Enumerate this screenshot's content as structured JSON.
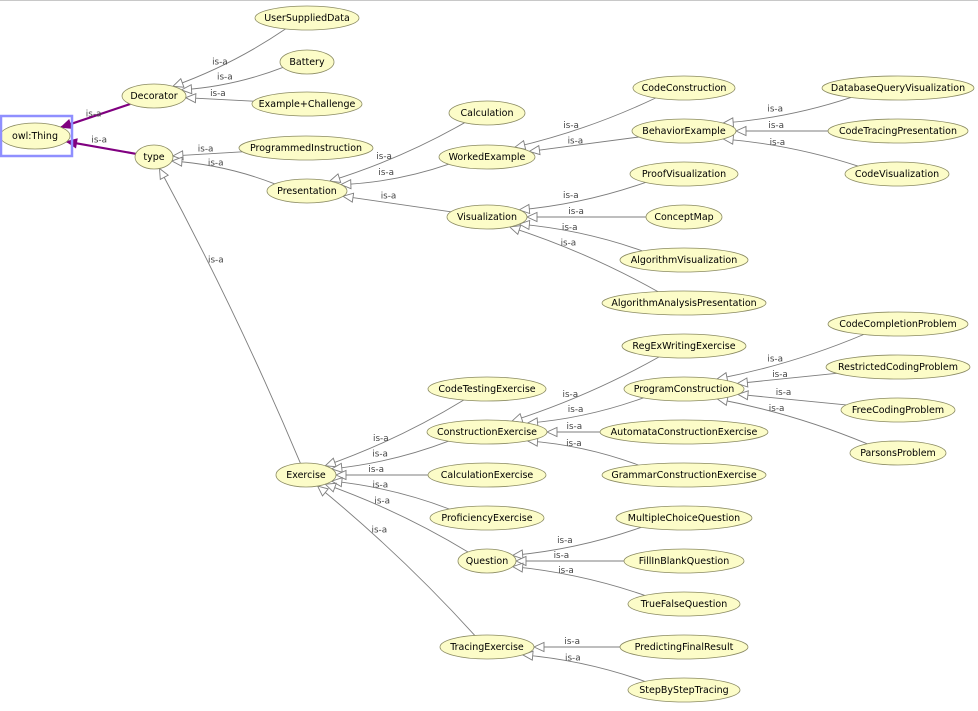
{
  "edge_label": "is-a",
  "root": "owl:Thing",
  "nodes": [
    {
      "id": "owl_thing",
      "label": "owl:Thing"
    },
    {
      "id": "decorator",
      "label": "Decorator"
    },
    {
      "id": "type",
      "label": "type"
    },
    {
      "id": "usersupplieddata",
      "label": "UserSuppliedData"
    },
    {
      "id": "battery",
      "label": "Battery"
    },
    {
      "id": "example_challenge",
      "label": "Example+Challenge"
    },
    {
      "id": "programmedinstruction",
      "label": "ProgrammedInstruction"
    },
    {
      "id": "presentation",
      "label": "Presentation"
    },
    {
      "id": "exercise",
      "label": "Exercise"
    },
    {
      "id": "calculation",
      "label": "Calculation"
    },
    {
      "id": "workedexample",
      "label": "WorkedExample"
    },
    {
      "id": "visualization",
      "label": "Visualization"
    },
    {
      "id": "codeconstruction",
      "label": "CodeConstruction"
    },
    {
      "id": "behaviorexample",
      "label": "BehaviorExample"
    },
    {
      "id": "databasequeryvisualization",
      "label": "DatabaseQueryVisualization"
    },
    {
      "id": "codetracingpresentation",
      "label": "CodeTracingPresentation"
    },
    {
      "id": "codevisualization",
      "label": "CodeVisualization"
    },
    {
      "id": "proofvisualization",
      "label": "ProofVisualization"
    },
    {
      "id": "conceptmap",
      "label": "ConceptMap"
    },
    {
      "id": "algorithmvisualization",
      "label": "AlgorithmVisualization"
    },
    {
      "id": "algorithmanalysispresentation",
      "label": "AlgorithmAnalysisPresentation"
    },
    {
      "id": "codetestingexercise",
      "label": "CodeTestingExercise"
    },
    {
      "id": "constructionexercise",
      "label": "ConstructionExercise"
    },
    {
      "id": "calculationexercise",
      "label": "CalculationExercise"
    },
    {
      "id": "proficiencyexercise",
      "label": "ProficiencyExercise"
    },
    {
      "id": "question",
      "label": "Question"
    },
    {
      "id": "tracingexercise",
      "label": "TracingExercise"
    },
    {
      "id": "regexwritingexercise",
      "label": "RegExWritingExercise"
    },
    {
      "id": "programconstruction",
      "label": "ProgramConstruction"
    },
    {
      "id": "automataconstructionexercise",
      "label": "AutomataConstructionExercise"
    },
    {
      "id": "grammarconstructionexercise",
      "label": "GrammarConstructionExercise"
    },
    {
      "id": "codecompletionproblem",
      "label": "CodeCompletionProblem"
    },
    {
      "id": "restrictedcodingproblem",
      "label": "RestrictedCodingProblem"
    },
    {
      "id": "freecodingproblem",
      "label": "FreeCodingProblem"
    },
    {
      "id": "parsonsproblem",
      "label": "ParsonsProblem"
    },
    {
      "id": "multiplechoicequestion",
      "label": "MultipleChoiceQuestion"
    },
    {
      "id": "fillinblankquestion",
      "label": "FillInBlankQuestion"
    },
    {
      "id": "truefalsequestion",
      "label": "TrueFalseQuestion"
    },
    {
      "id": "predictingfinalresult",
      "label": "PredictingFinalResult"
    },
    {
      "id": "stepbysteptracing",
      "label": "StepByStepTracing"
    }
  ],
  "edges": [
    {
      "child": "decorator",
      "parent": "owl_thing",
      "highlight": true
    },
    {
      "child": "type",
      "parent": "owl_thing",
      "highlight": true
    },
    {
      "child": "usersupplieddata",
      "parent": "decorator"
    },
    {
      "child": "battery",
      "parent": "decorator"
    },
    {
      "child": "example_challenge",
      "parent": "decorator"
    },
    {
      "child": "programmedinstruction",
      "parent": "type"
    },
    {
      "child": "presentation",
      "parent": "type"
    },
    {
      "child": "exercise",
      "parent": "type"
    },
    {
      "child": "calculation",
      "parent": "presentation"
    },
    {
      "child": "workedexample",
      "parent": "presentation"
    },
    {
      "child": "visualization",
      "parent": "presentation"
    },
    {
      "child": "codeconstruction",
      "parent": "workedexample"
    },
    {
      "child": "behaviorexample",
      "parent": "workedexample"
    },
    {
      "child": "databasequeryvisualization",
      "parent": "behaviorexample"
    },
    {
      "child": "codetracingpresentation",
      "parent": "behaviorexample"
    },
    {
      "child": "codevisualization",
      "parent": "behaviorexample"
    },
    {
      "child": "proofvisualization",
      "parent": "visualization"
    },
    {
      "child": "conceptmap",
      "parent": "visualization"
    },
    {
      "child": "algorithmvisualization",
      "parent": "visualization"
    },
    {
      "child": "algorithmanalysispresentation",
      "parent": "visualization"
    },
    {
      "child": "codetestingexercise",
      "parent": "exercise"
    },
    {
      "child": "constructionexercise",
      "parent": "exercise"
    },
    {
      "child": "calculationexercise",
      "parent": "exercise"
    },
    {
      "child": "proficiencyexercise",
      "parent": "exercise"
    },
    {
      "child": "question",
      "parent": "exercise"
    },
    {
      "child": "tracingexercise",
      "parent": "exercise"
    },
    {
      "child": "regexwritingexercise",
      "parent": "constructionexercise"
    },
    {
      "child": "programconstruction",
      "parent": "constructionexercise"
    },
    {
      "child": "automataconstructionexercise",
      "parent": "constructionexercise"
    },
    {
      "child": "grammarconstructionexercise",
      "parent": "constructionexercise"
    },
    {
      "child": "codecompletionproblem",
      "parent": "programconstruction"
    },
    {
      "child": "restrictedcodingproblem",
      "parent": "programconstruction"
    },
    {
      "child": "freecodingproblem",
      "parent": "programconstruction"
    },
    {
      "child": "parsonsproblem",
      "parent": "programconstruction"
    },
    {
      "child": "multiplechoicequestion",
      "parent": "question"
    },
    {
      "child": "fillinblankquestion",
      "parent": "question"
    },
    {
      "child": "truefalsequestion",
      "parent": "question"
    },
    {
      "child": "predictingfinalresult",
      "parent": "tracingexercise"
    },
    {
      "child": "stepbysteptracing",
      "parent": "tracingexercise"
    }
  ],
  "colors": {
    "node_fill": "#fcfcc8",
    "highlight_edge": "#800080",
    "selection_box": "#8f8fff"
  }
}
